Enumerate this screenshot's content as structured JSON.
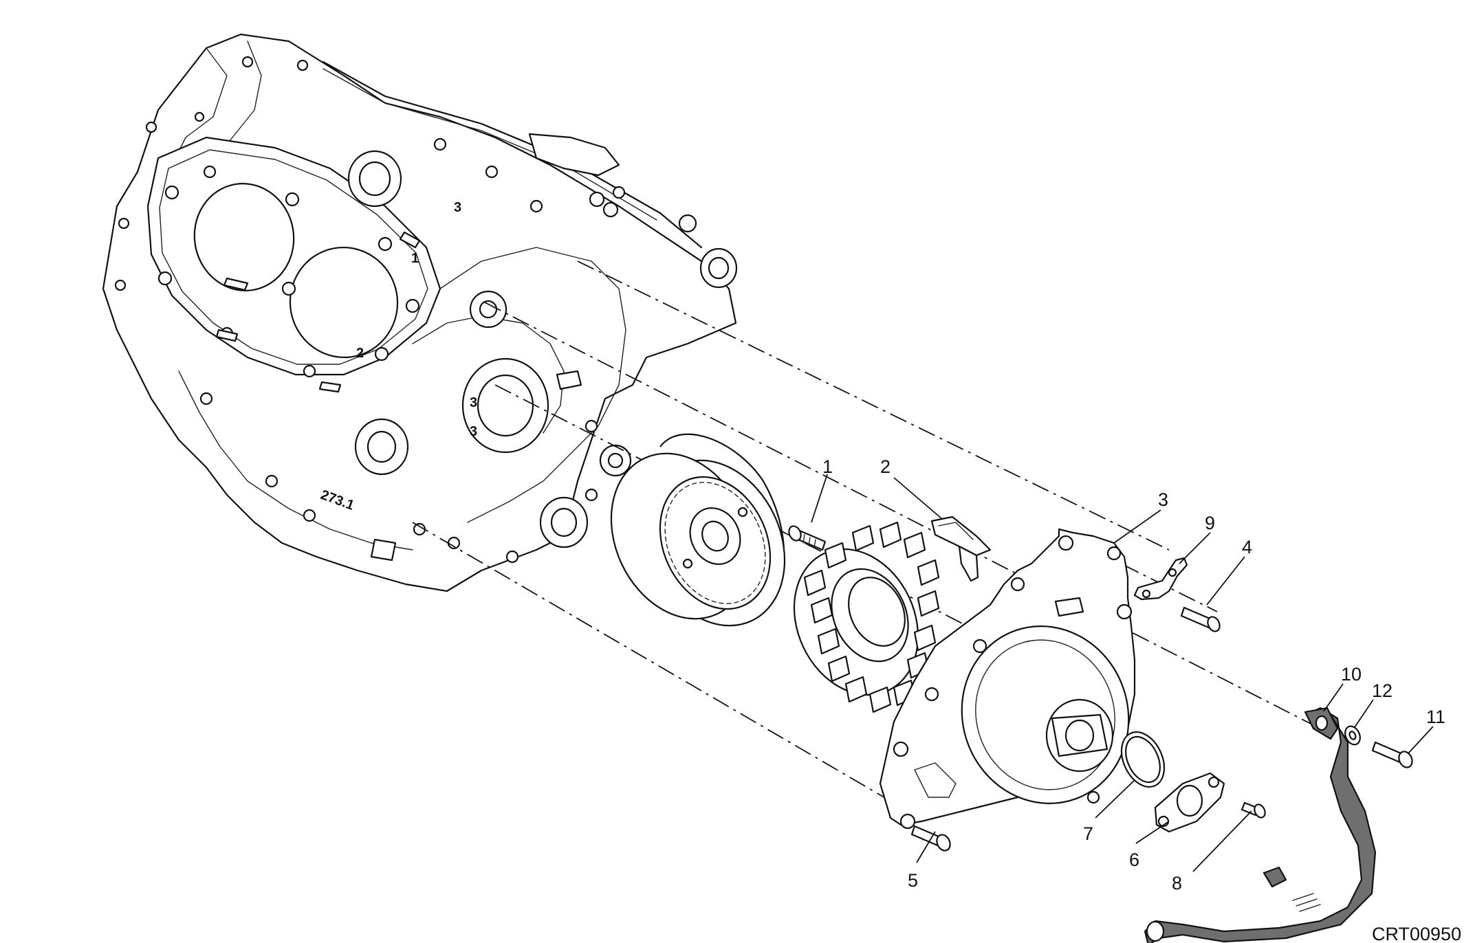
{
  "drawing_code": "CRT00950",
  "callouts": [
    "1",
    "2",
    "3",
    "4",
    "5",
    "6",
    "7",
    "8",
    "9",
    "10",
    "11",
    "12"
  ],
  "casting_marks": {
    "cylinder_1": "1",
    "cylinder_2": "2",
    "boss_mark_a": "3",
    "boss_mark_b": "3",
    "top_mark": "3",
    "case_code": "273.1"
  },
  "colors": {
    "ink": "#111111",
    "guard_fill": "#6f6f6f",
    "background": "#ffffff"
  }
}
